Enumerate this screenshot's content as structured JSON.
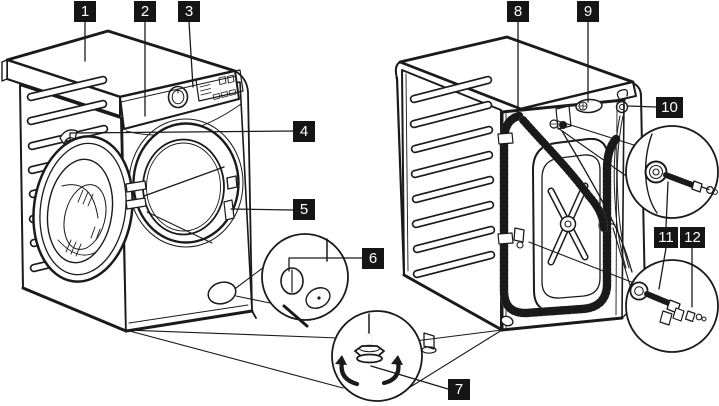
{
  "figure": {
    "description": "Line-art parts diagram of a front-loading washing machine: front-left view and rear-left view with numbered callouts",
    "front_view": "washer-front-view-illustration",
    "rear_view": "washer-rear-view-illustration",
    "details": [
      "drain-filter-detail-circle",
      "adjustable-foot-detail-circle",
      "inlet-valve-detail-circle",
      "transport-bolt-parts-detail-circle"
    ]
  },
  "colors": {
    "background": "#ffffff",
    "line": "#1a1a1a",
    "callout_bg": "#151515",
    "callout_text": "#ffffff"
  },
  "callouts": [
    {
      "number": "1"
    },
    {
      "number": "2"
    },
    {
      "number": "3"
    },
    {
      "number": "4"
    },
    {
      "number": "5"
    },
    {
      "number": "6"
    },
    {
      "number": "7"
    },
    {
      "number": "8"
    },
    {
      "number": "9"
    },
    {
      "number": "10"
    },
    {
      "number": "11"
    },
    {
      "number": "12"
    }
  ]
}
